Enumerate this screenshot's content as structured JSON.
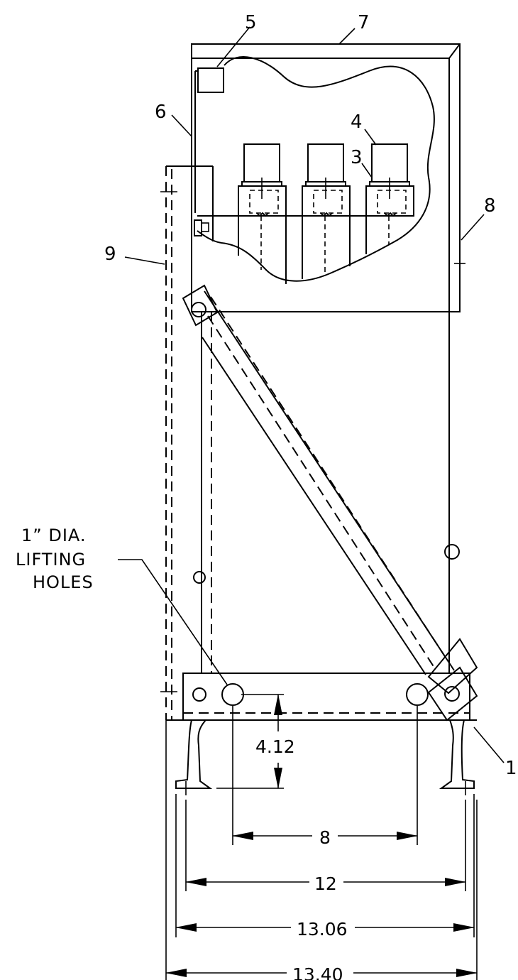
{
  "labels": {
    "l1": "1",
    "l3": "3",
    "l4": "4",
    "l5": "5",
    "l6": "6",
    "l7": "7",
    "l8": "8",
    "l9": "9"
  },
  "note": {
    "line1": "1” DIA.",
    "line2": "LIFTING",
    "line3": "HOLES"
  },
  "dimensions": {
    "vertical": "4.12",
    "d8": "8",
    "d12": "12",
    "d1306": "13.06",
    "d1340": "13.40"
  }
}
